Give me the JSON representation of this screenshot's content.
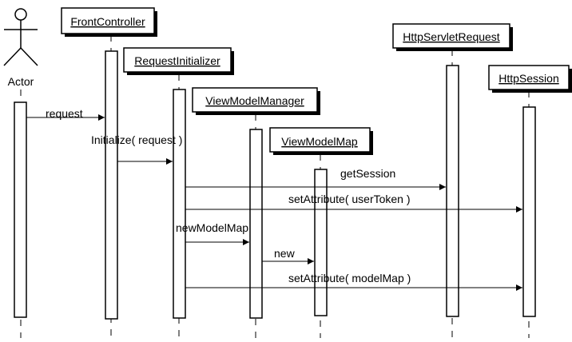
{
  "actor": {
    "label": "Actor"
  },
  "objects": {
    "front_controller": "FrontController",
    "request_initializer": "RequestInitializer",
    "view_model_manager": "ViewModelManager",
    "view_model_map": "ViewModelMap",
    "http_servlet_request": "HttpServletRequest",
    "http_session": "HttpSession"
  },
  "messages": {
    "request": "request",
    "initialize": "Initialize( request )",
    "get_session": "getSession",
    "set_user_token": "setAttribute( userToken )",
    "new_model_map": "newModelMap",
    "new": "new",
    "set_model_map": "setAttribute( modelMap )"
  }
}
